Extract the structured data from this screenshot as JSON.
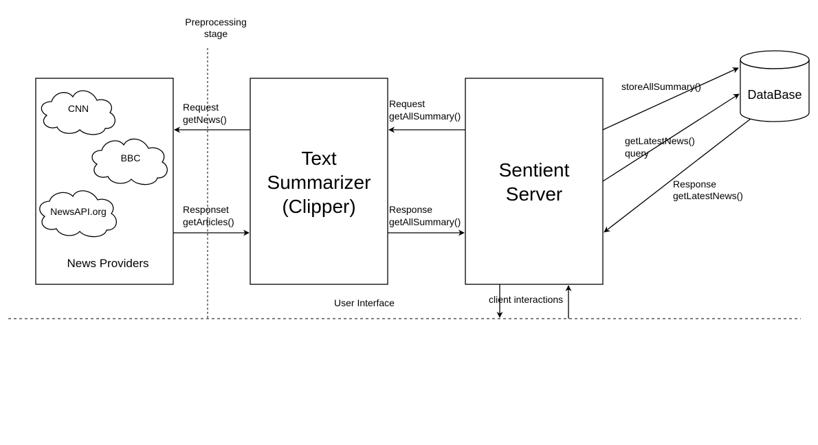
{
  "preprocessing": {
    "line1": "Preprocessing",
    "line2": "stage"
  },
  "news_providers": {
    "title": "News Providers",
    "sources": [
      "CNN",
      "BBC",
      "NewsAPI.org"
    ]
  },
  "summarizer": {
    "line1": "Text",
    "line2": "Summarizer",
    "line3": "(Clipper)"
  },
  "server": {
    "line1": "Sentient",
    "line2": "Server"
  },
  "database": {
    "label": "DataBase"
  },
  "edges": {
    "get_news": {
      "line1": "Request",
      "line2": "getNews()"
    },
    "get_articles": {
      "line1": "Responset",
      "line2": "getArticles()"
    },
    "req_all_summary": {
      "line1": "Request",
      "line2": "getAllSummary()"
    },
    "resp_all_summary": {
      "line1": "Response",
      "line2": "getAllSummary()"
    },
    "store_all_summary": {
      "label": "storeAllSummary()"
    },
    "get_latest_news_query": {
      "line1": "getLatestNews()",
      "line2": "query"
    },
    "resp_latest_news": {
      "line1": "Response",
      "line2": "getLatestNews()"
    },
    "client_interactions": {
      "label": "client interactions"
    }
  },
  "user_interface": {
    "label": "User Interface"
  }
}
